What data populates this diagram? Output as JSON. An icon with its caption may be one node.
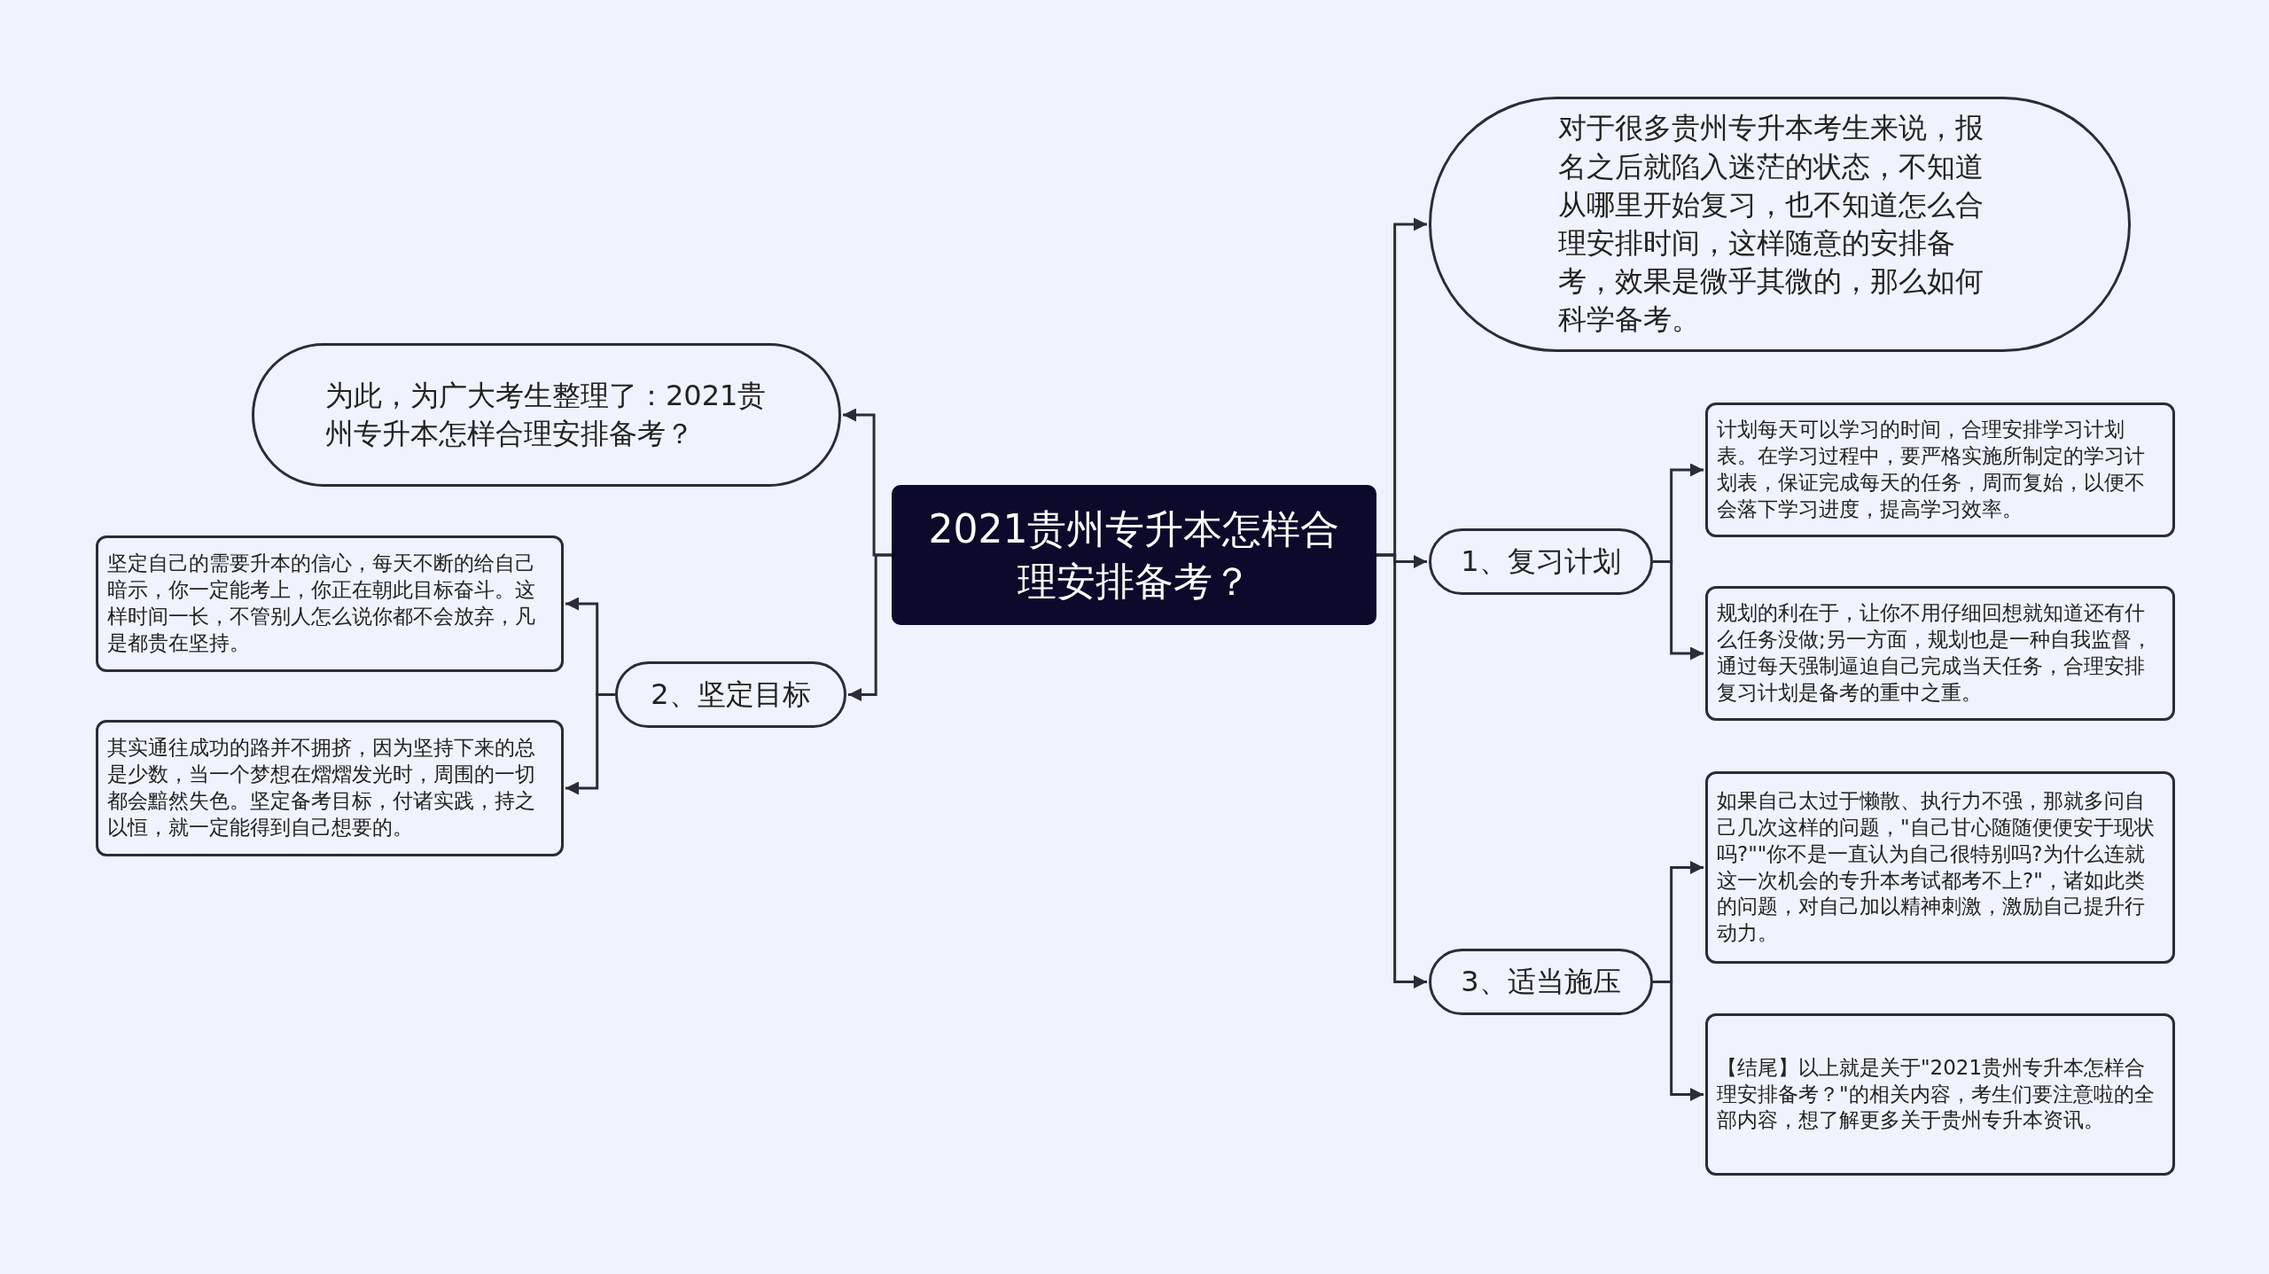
{
  "diagram": {
    "nodes": [
      {
        "text": [
          "2021贵州专升本怎样合理安排备考？"
        ]
      },
      {
        "text": [
          "对于很多贵州专升本考生来说，报名之后就陷入迷茫的状态，不知道从哪里开始复习，也不知道怎么合理安排时间，这样随意的安排备考，效果是微乎其微的，那么如何科学备考。"
        ]
      },
      {
        "text": [
          "为此，为广大考生整理了：2021贵州专升本怎样合理安排备考？"
        ]
      },
      {
        "text": [
          "1、复习计划"
        ]
      },
      {
        "text": [
          "计划每天可以学习的时间，合理安排学习计划表。在学习过程中，要严格实施所制定的学习计划表，保证完成每天的任务，周而复始，以便不会落下学习进度，提高学习效率。"
        ]
      },
      {
        "text": [
          "规划的利在于，让你不用仔细回想就知道还有什么任务没做;另一方面，规划也是一种自我监督，通过每天强制逼迫自己完成当天任务，合理安排复习计划是备考的重中之重。"
        ]
      },
      {
        "text": [
          "3、适当施压"
        ]
      },
      {
        "text": [
          "如果自己太过于懒散、执行力不强，那就多问自己几次这样的问题，\"自己甘心随随便便安于现状吗?\"\"你不是一直认为自己很特别吗?为什么连就这一次机会的专升本考试都考不上?\"，诸如此类的问题，对自己加以精神刺激，激励自己提升行动力。"
        ]
      },
      {
        "text": [
          "【结尾】以上就是关于\"2021贵州专升本怎样合理安排备考？\"的相关内容，考生们要注意啦的全部内容，想了解更多关于贵州专升本资讯。"
        ]
      },
      {
        "text": [
          "2、坚定目标"
        ]
      },
      {
        "text": [
          "坚定自己的需要升本的信心，每天不断的给自己暗示，你一定能考上，你正在朝此目标奋斗。这样时间一长，不管别人怎么说你都不会放弃，凡是都贵在坚持。"
        ]
      },
      {
        "text": [
          "其实通往成功的路并不拥挤，因为坚持下来的总是少数，当一个梦想在熠熠发光时，周围的一切都会黯然失色。坚定备考目标，付诸实践，持之以恒，就一定能得到自己想要的。"
        ]
      }
    ],
    "edges": [
      {
        "from": 0,
        "to": 1,
        "arrow": "to"
      },
      {
        "from": 0,
        "to": 3,
        "arrow": "to"
      },
      {
        "from": 0,
        "to": 6,
        "arrow": "to"
      },
      {
        "from": 0,
        "to": 2,
        "arrow": "to"
      },
      {
        "from": 0,
        "to": 9,
        "arrow": "to"
      },
      {
        "from": 3,
        "to": 4,
        "arrow": "to"
      },
      {
        "from": 3,
        "to": 5,
        "arrow": "to"
      },
      {
        "from": 6,
        "to": 7,
        "arrow": "to"
      },
      {
        "from": 6,
        "to": 8,
        "arrow": "to"
      },
      {
        "from": 9,
        "to": 10,
        "arrow": "to"
      },
      {
        "from": 9,
        "to": 11,
        "arrow": "to"
      }
    ]
  }
}
